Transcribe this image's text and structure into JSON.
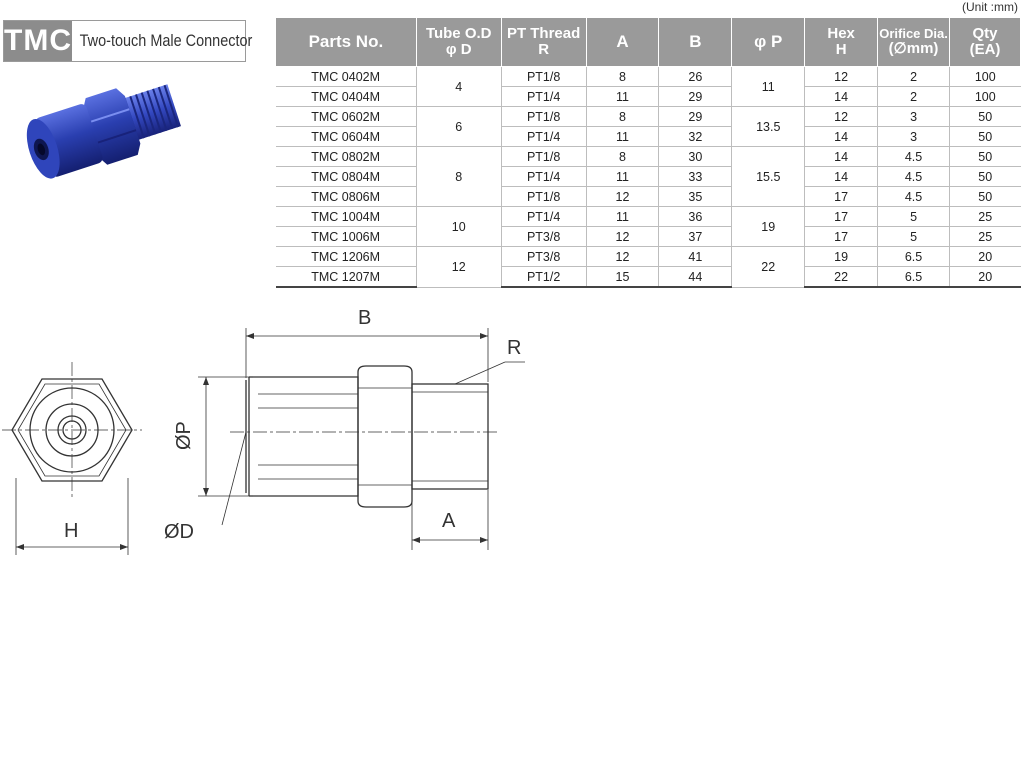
{
  "header": {
    "code": "TMC",
    "name": "Two-touch Male Connector"
  },
  "unit_note": "(Unit :mm)",
  "table": {
    "headers": [
      {
        "line1": "Parts No.",
        "line2": ""
      },
      {
        "line1": "Tube O.D",
        "line2": "φ D"
      },
      {
        "line1": "PT Thread",
        "line2": "R"
      },
      {
        "line1": "A",
        "line2": ""
      },
      {
        "line1": "B",
        "line2": ""
      },
      {
        "line1": "φ P",
        "line2": ""
      },
      {
        "line1": "Hex",
        "line2": "H"
      },
      {
        "line1": "Orifice Dia.",
        "line2": "(∅mm)"
      },
      {
        "line1": "Qty",
        "line2": "(EA)"
      }
    ],
    "rows": [
      {
        "part": "TMC 0402M",
        "tube": "4",
        "thread": "PT1/8",
        "a": "8",
        "b": "26",
        "p": "11",
        "hex": "12",
        "orifice": "2",
        "qty": "100"
      },
      {
        "part": "TMC 0404M",
        "tube": "4",
        "thread": "PT1/4",
        "a": "11",
        "b": "29",
        "p": "11",
        "hex": "14",
        "orifice": "2",
        "qty": "100"
      },
      {
        "part": "TMC 0602M",
        "tube": "6",
        "thread": "PT1/8",
        "a": "8",
        "b": "29",
        "p": "13.5",
        "hex": "12",
        "orifice": "3",
        "qty": "50"
      },
      {
        "part": "TMC 0604M",
        "tube": "6",
        "thread": "PT1/4",
        "a": "11",
        "b": "32",
        "p": "13.5",
        "hex": "14",
        "orifice": "3",
        "qty": "50"
      },
      {
        "part": "TMC 0802M",
        "tube": "8",
        "thread": "PT1/8",
        "a": "8",
        "b": "30",
        "p": "15.5",
        "hex": "14",
        "orifice": "4.5",
        "qty": "50"
      },
      {
        "part": "TMC 0804M",
        "tube": "8",
        "thread": "PT1/4",
        "a": "11",
        "b": "33",
        "p": "15.5",
        "hex": "14",
        "orifice": "4.5",
        "qty": "50"
      },
      {
        "part": "TMC 0806M",
        "tube": "8",
        "thread": "PT1/8",
        "a": "12",
        "b": "35",
        "p": "15.5",
        "hex": "17",
        "orifice": "4.5",
        "qty": "50"
      },
      {
        "part": "TMC 1004M",
        "tube": "10",
        "thread": "PT1/4",
        "a": "11",
        "b": "36",
        "p": "19",
        "hex": "17",
        "orifice": "5",
        "qty": "25"
      },
      {
        "part": "TMC 1006M",
        "tube": "10",
        "thread": "PT3/8",
        "a": "12",
        "b": "37",
        "p": "19",
        "hex": "17",
        "orifice": "5",
        "qty": "25"
      },
      {
        "part": "TMC 1206M",
        "tube": "12",
        "thread": "PT3/8",
        "a": "12",
        "b": "41",
        "p": "22",
        "hex": "19",
        "orifice": "6.5",
        "qty": "20"
      },
      {
        "part": "TMC 1207M",
        "tube": "12",
        "thread": "PT1/2",
        "a": "15",
        "b": "44",
        "p": "22",
        "hex": "22",
        "orifice": "6.5",
        "qty": "20"
      }
    ]
  },
  "drawing": {
    "label_h": "H",
    "label_b": "B",
    "label_r": "R",
    "label_p": "ØP",
    "label_d": "ØD",
    "label_a": "A"
  },
  "colors": {
    "header_bg": "#9a9a9a",
    "product_blue": "#2a3fb0"
  }
}
